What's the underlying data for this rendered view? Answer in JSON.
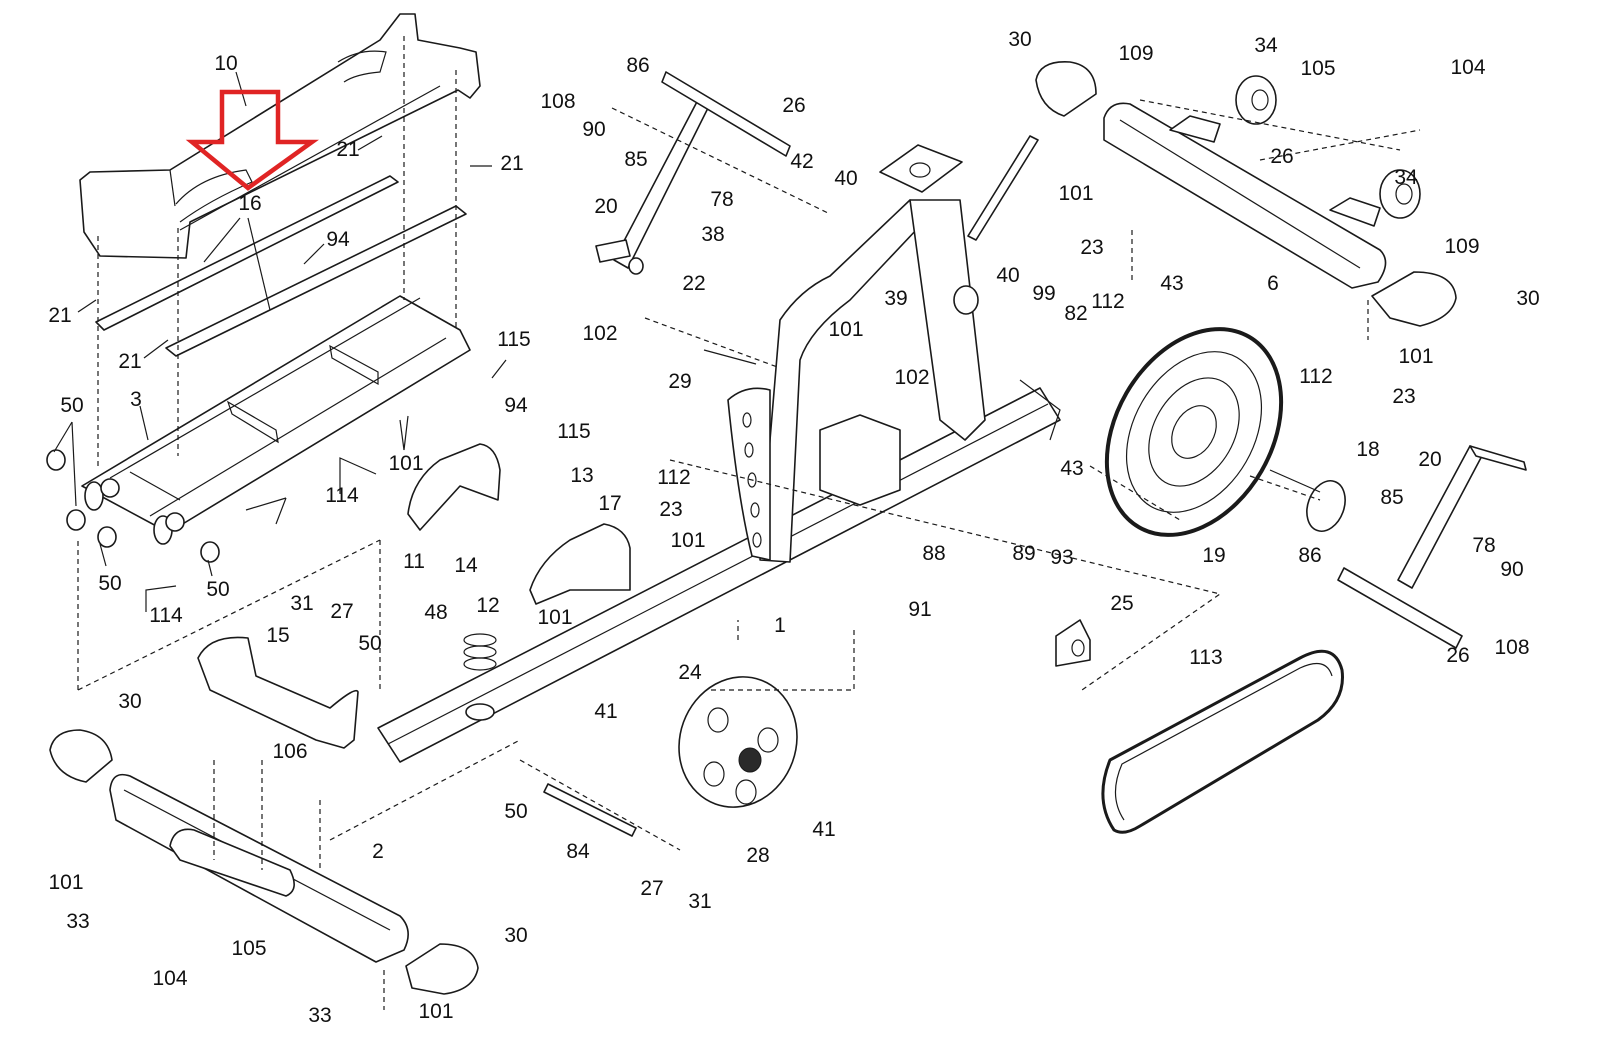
{
  "diagram": {
    "type": "exploded-parts-diagram",
    "subject": "elliptical / stepper frame assembly",
    "highlight": {
      "shape": "outlined-arrow",
      "direction": "down",
      "color": "#e02424",
      "points_to_part": "16"
    },
    "callouts": [
      "10",
      "16",
      "21",
      "21",
      "21",
      "21",
      "94",
      "115",
      "50",
      "3",
      "101",
      "114",
      "114",
      "50",
      "50",
      "108",
      "86",
      "90",
      "85",
      "26",
      "42",
      "40",
      "20",
      "78",
      "38",
      "22",
      "102",
      "29",
      "39",
      "101",
      "102",
      "40",
      "99",
      "82",
      "43",
      "94",
      "115",
      "13",
      "17",
      "11",
      "14",
      "12",
      "101",
      "112",
      "23",
      "101",
      "1",
      "88",
      "89",
      "91",
      "93",
      "25",
      "19",
      "43",
      "30",
      "109",
      "34",
      "105",
      "104",
      "26",
      "101",
      "23",
      "112",
      "6",
      "34",
      "109",
      "30",
      "101",
      "112",
      "23",
      "18",
      "20",
      "85",
      "86",
      "78",
      "90",
      "26",
      "108",
      "113",
      "31",
      "27",
      "15",
      "50",
      "48",
      "24",
      "41",
      "41",
      "28",
      "50",
      "84",
      "27",
      "31",
      "30",
      "106",
      "2",
      "101",
      "33",
      "104",
      "105",
      "30",
      "33",
      "101"
    ]
  }
}
